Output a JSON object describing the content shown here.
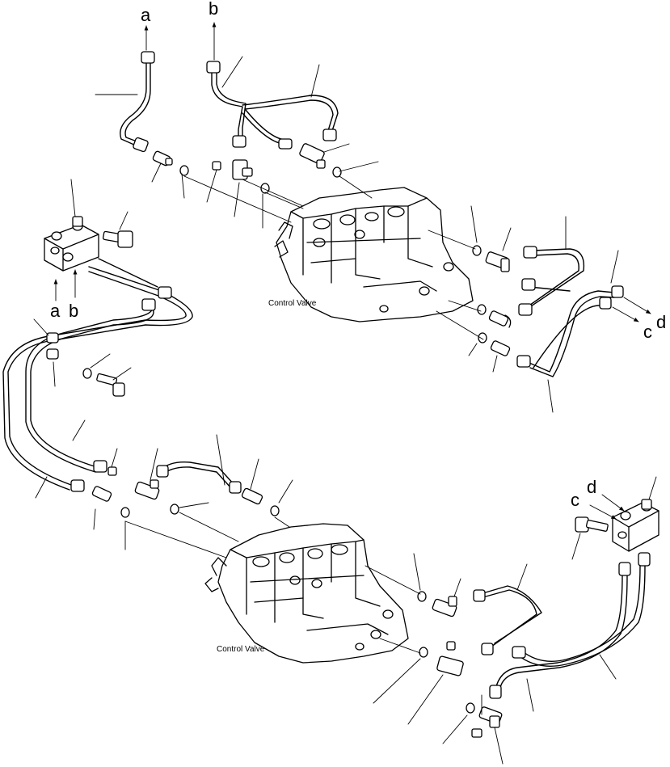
{
  "labels": {
    "control_valve_upper": "Control Valve",
    "control_valve_lower": "Control Valve",
    "connector_a_top": "a",
    "connector_b_top": "b",
    "connector_a_block": "a",
    "connector_b_block": "b",
    "connector_c_right": "c",
    "connector_d_right": "d",
    "connector_c_block": "c",
    "connector_d_block": "d"
  }
}
